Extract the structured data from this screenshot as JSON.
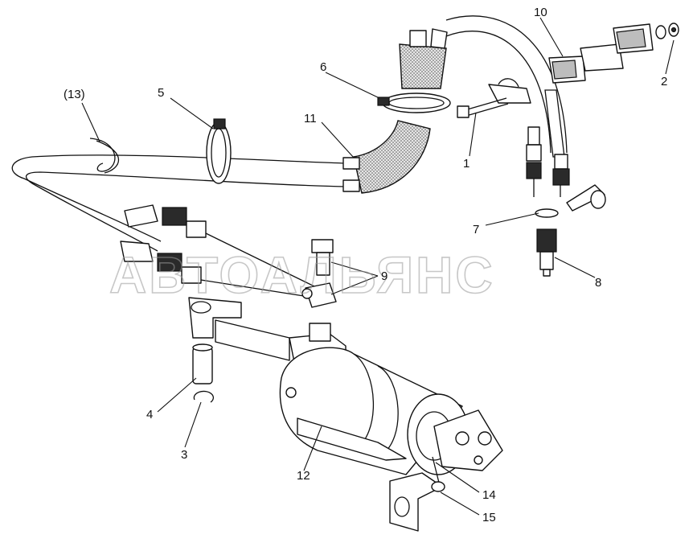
{
  "diagram": {
    "watermark": "АВТОАЛЬЯНС",
    "callouts": {
      "c1": "1",
      "c2": "2",
      "c3": "3",
      "c4": "4",
      "c5": "5",
      "c6": "6",
      "c7": "7",
      "c8": "8",
      "c9": "9",
      "c10": "10",
      "c11": "11",
      "c12": "12",
      "c13": "(13)",
      "c14": "14",
      "c15": "15"
    }
  }
}
